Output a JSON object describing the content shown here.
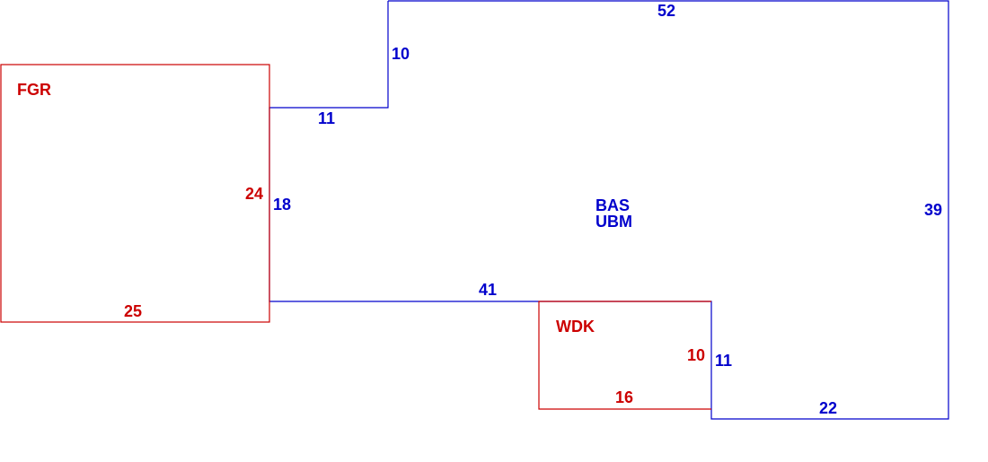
{
  "colors": {
    "main_outline": "#0000cc",
    "addition_outline": "#cc0000",
    "background": "#ffffff"
  },
  "main_area": {
    "codes": [
      "BAS",
      "UBM"
    ],
    "dimensions": {
      "top": "52",
      "right": "39",
      "bottom_right": "22",
      "notch_right_vertical": "11",
      "bottom_left": "41",
      "left_vertical": "18",
      "step_horizontal": "11",
      "step_vertical": "10"
    }
  },
  "fgr_area": {
    "code": "FGR",
    "dimensions": {
      "right": "24",
      "bottom": "25"
    }
  },
  "wdk_area": {
    "code": "WDK",
    "dimensions": {
      "right": "10",
      "bottom": "16"
    }
  }
}
